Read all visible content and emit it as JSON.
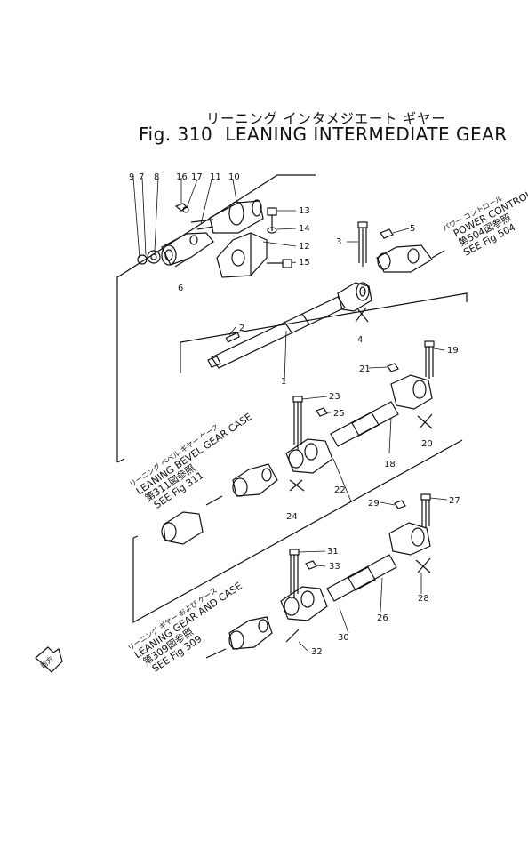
{
  "title": {
    "japanese": "リーニング インタメジエート ギヤー",
    "figure": "Fig. 310",
    "english": "LEANING INTERMEDIATE GEAR"
  },
  "part_numbers": [
    "1",
    "2",
    "3",
    "4",
    "5",
    "6",
    "7",
    "8",
    "9",
    "10",
    "11",
    "12",
    "13",
    "14",
    "15",
    "16",
    "17",
    "18",
    "19",
    "20",
    "21",
    "22",
    "23",
    "24",
    "25",
    "26",
    "27",
    "28",
    "29",
    "30",
    "31",
    "32",
    "33"
  ],
  "notes": {
    "power_control": {
      "kana": "パワー コントロール",
      "name": "POWER CONTROL",
      "ref_jp": "第504図参照",
      "ref_en": "SEE Fig 504"
    },
    "bevel_gear_case": {
      "kana": "リーニング ベベル ギヤー ケース",
      "name": "LEANING BEVEL GEAR CASE",
      "ref_jp": "第311図参照",
      "ref_en": "SEE Fig 311"
    },
    "gear_and_case": {
      "kana": "リーニング ギヤー および ケース",
      "name": "LEANING GEAR AND CASE",
      "ref_jp": "第309図参照",
      "ref_en": "SEE Fig 309"
    },
    "front_mark": "前方"
  }
}
